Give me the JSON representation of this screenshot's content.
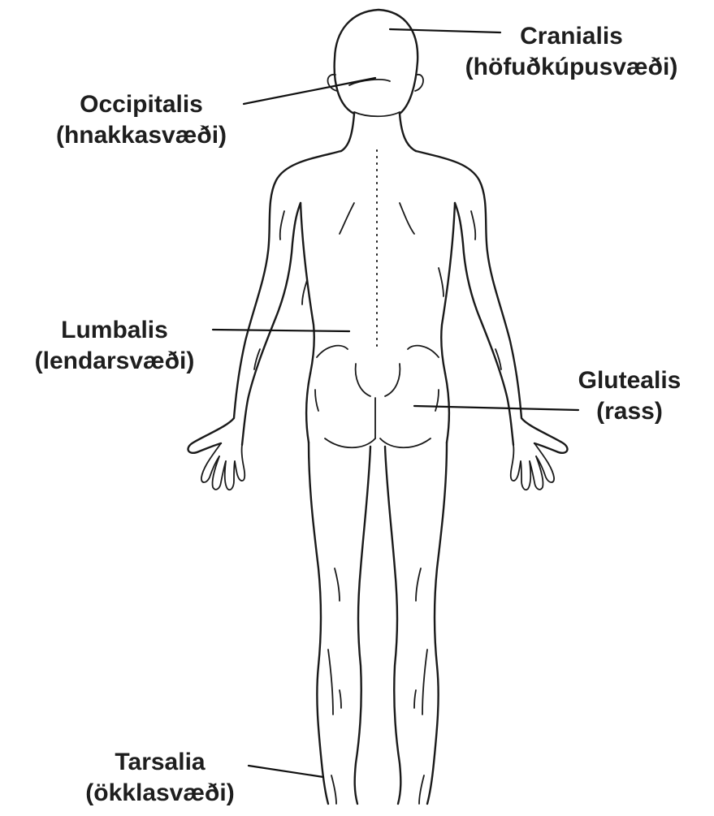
{
  "labels": {
    "cranialis": {
      "name": "Cranialis",
      "local": "(höfuðkúpusvæði)"
    },
    "occipitalis": {
      "name": "Occipitalis",
      "local": "(hnakkasvæði)"
    },
    "lumbalis": {
      "name": "Lumbalis",
      "local": "(lendarsvæði)"
    },
    "glutealis": {
      "name": "Glutealis",
      "local": "(rass)"
    },
    "tarsalia": {
      "name": "Tarsalia",
      "local": "(ökklasvæði)"
    }
  },
  "colors": {
    "line": "#1a1a1a",
    "text": "#1e1e1e",
    "background": "#ffffff"
  }
}
